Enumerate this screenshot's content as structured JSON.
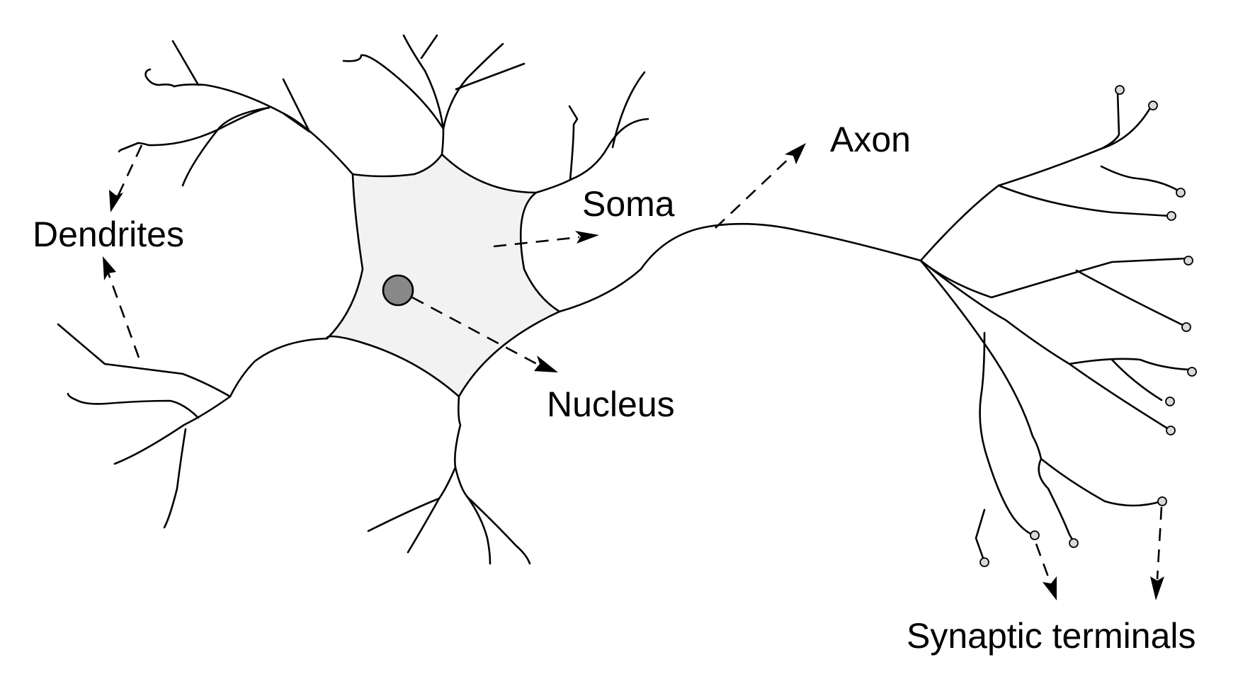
{
  "diagram": {
    "labels": {
      "dendrites": "Dendrites",
      "soma": "Soma",
      "axon": "Axon",
      "nucleus": "Nucleus",
      "synaptic_terminals": "Synaptic terminals"
    },
    "colors": {
      "stroke": "#000000",
      "soma_fill": "#f2f2f2",
      "nucleus_fill": "#888888",
      "terminal_fill": "#d9d9d9"
    }
  }
}
